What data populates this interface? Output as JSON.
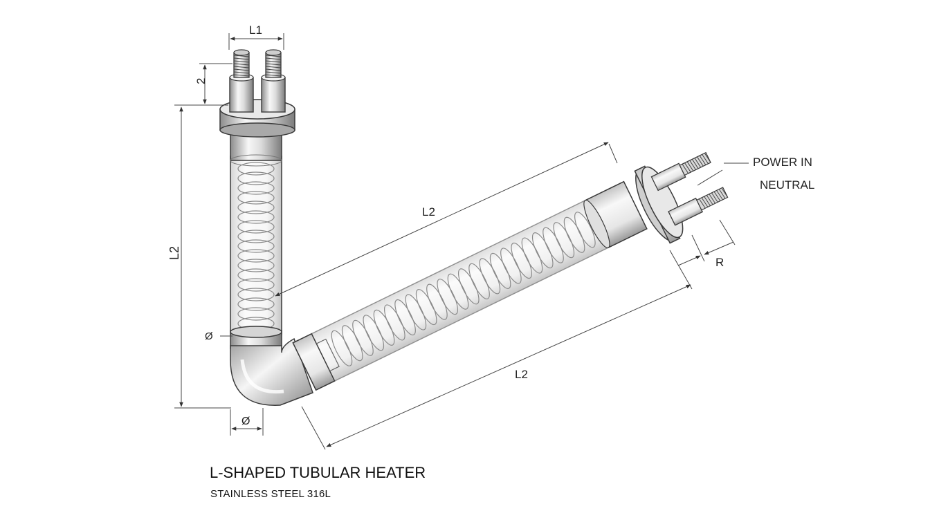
{
  "labels": {
    "l1": "L1",
    "h2": "2",
    "l2_vertical": "L2",
    "l2_upper": "L2",
    "l2_lower": "L2",
    "dia_side": "Ø",
    "dia_bottom": "Ø",
    "r": "R",
    "power_in": "POWER IN",
    "neutral": "NEUTRAL"
  },
  "caption": {
    "title": "L-SHAPED TUBULAR HEATER",
    "subtitle": "STAINLESS STEEL 316L"
  },
  "colors": {
    "outline": "#3a3a3a",
    "dimension": "#444444",
    "metal_light": "#f4f4f4",
    "metal_dark": "#9a9a9a"
  }
}
